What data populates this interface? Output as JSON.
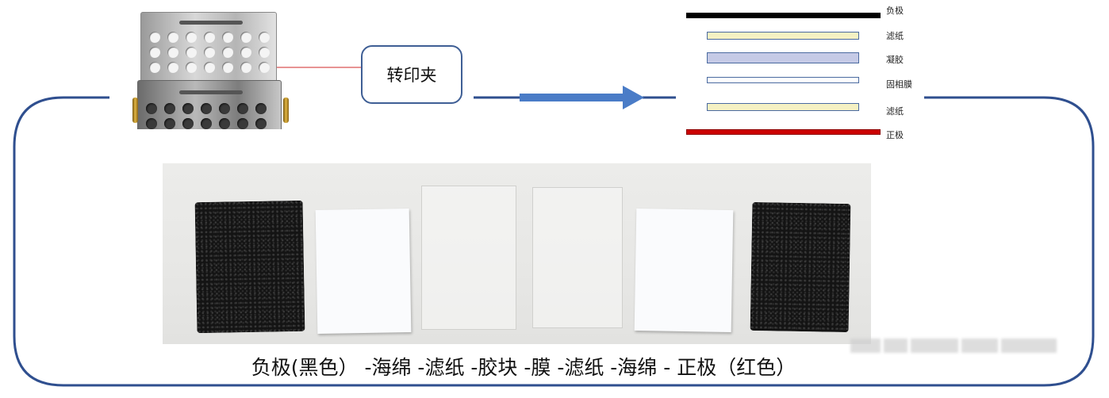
{
  "clamp_callout": {
    "label": "转印夹"
  },
  "stack_layers": [
    {
      "label": "负极",
      "color": "#000000",
      "border": "#000000"
    },
    {
      "label": "滤纸",
      "color": "#f5f1c3",
      "border": "#4a6aa0"
    },
    {
      "label": "凝胶",
      "color": "#c5cae6",
      "border": "#4a6aa0"
    },
    {
      "label": "固相膜",
      "color": "#ffffff",
      "border": "#4a6aa0"
    },
    {
      "label": "滤纸",
      "color": "#f5f1c3",
      "border": "#4a6aa0"
    },
    {
      "label": "正极",
      "color": "#cc0000",
      "border": "#8c0000"
    }
  ],
  "caption": "负极(黑色） -海绵 -滤纸 -胶块 -膜 -滤纸 -海绵 - 正极（红色）",
  "colors": {
    "frame": "#2f4f8f",
    "arrow": "#4a7cc7",
    "callout_border": "#3f5f95",
    "pointer_line": "#e07070"
  }
}
